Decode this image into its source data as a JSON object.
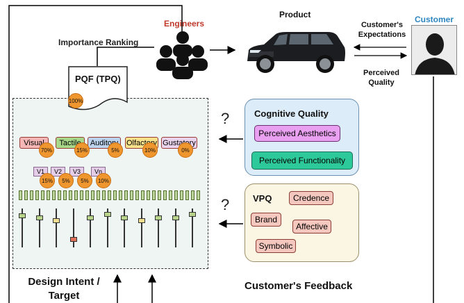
{
  "labels": {
    "engineers": "Engineers",
    "product": "Product",
    "customer": "Customer",
    "customers_expectations": "Customer's Expectations",
    "perceived_quality": "Perceived Quality",
    "importance_ranking": "Importance Ranking",
    "pqf": "PQF (TPQ)",
    "pqf_percent": "100%",
    "design_intent": "Design Intent / Target",
    "customers_feedback": "Customer's Feedback",
    "question_mark": "?"
  },
  "categories": [
    {
      "label": "Visual",
      "percent": "70%",
      "color": "#f5b6b6"
    },
    {
      "label": "Tactile",
      "percent": "15%",
      "color": "#a8d88a"
    },
    {
      "label": "Auditory",
      "percent": "5%",
      "color": "#bcd3ee"
    },
    {
      "label": "Olfactory",
      "percent": "10%",
      "color": "#f7e18a"
    },
    {
      "label": "Gustatory",
      "percent": "0%",
      "color": "#ead3ec"
    }
  ],
  "sub_attributes": [
    {
      "label": "V1",
      "percent": "15%"
    },
    {
      "label": "V2",
      "percent": "5%"
    },
    {
      "label": "V3",
      "percent": "5%"
    },
    {
      "label": "Vn",
      "percent": "10%"
    }
  ],
  "cognitive_quality": {
    "title": "Cognitive Quality",
    "items": [
      "Perceived Aesthetics",
      "Perceived Functionality"
    ]
  },
  "vpq": {
    "title": "VPQ",
    "items": [
      "Credence",
      "Brand",
      "Affective",
      "Symbolic"
    ]
  },
  "colors": {
    "engineers": "#c0392b",
    "customer": "#2e86c1",
    "badge": "#f0962f",
    "cognitive_bg": "#dcecf8",
    "vpq_bg": "#fbf6e3",
    "dashed_panel_bg": "#eef5f3",
    "aesthetics_fill": "#e9a0f0",
    "functionality_fill": "#2ec99a"
  },
  "sliders": {
    "levels": [
      0.15,
      0.2,
      0.3,
      0.85,
      0.2,
      0.1,
      0.2,
      0.3,
      0.2,
      0.2,
      0.1
    ]
  }
}
